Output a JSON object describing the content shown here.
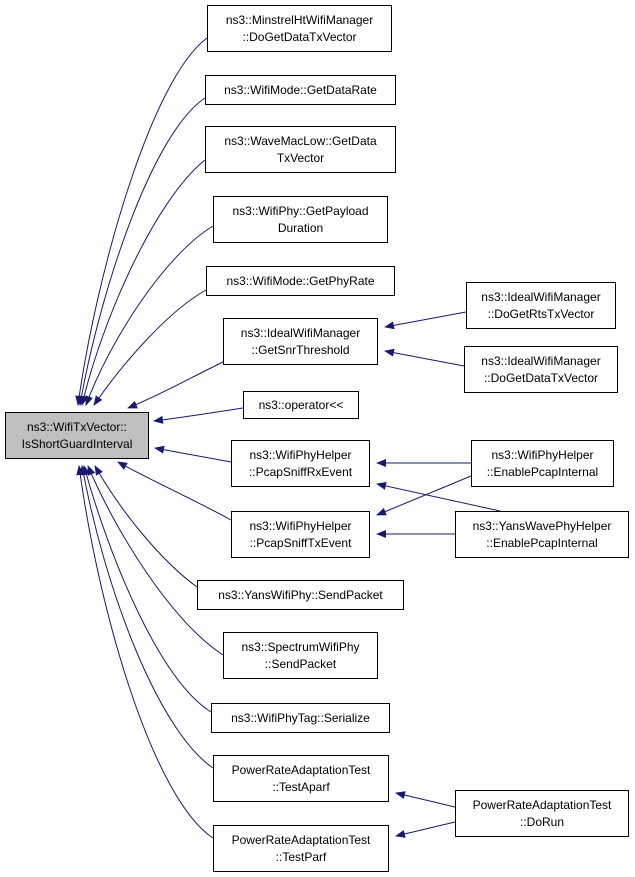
{
  "colors": {
    "edge": "#191970",
    "node_border": "#000000",
    "root_fill": "#bfbfbf",
    "node_fill": "#ffffff"
  },
  "nodes": {
    "root": {
      "line1": "ns3::WifiTxVector::",
      "line2": "IsShortGuardInterval"
    },
    "minstrel_dogetdatatxvector": {
      "line1": "ns3::MinstrelHtWifiManager",
      "line2": "::DoGetDataTxVector"
    },
    "wifimode_getdatarate": {
      "line1": "ns3::WifiMode::GetDataRate"
    },
    "wavemaclow_getdatatxvector": {
      "line1": "ns3::WaveMacLow::GetData",
      "line2": "TxVector"
    },
    "wifiphy_getpayloadduration": {
      "line1": "ns3::WifiPhy::GetPayload",
      "line2": "Duration"
    },
    "wifimode_getphyrate": {
      "line1": "ns3::WifiMode::GetPhyRate"
    },
    "ideal_getsnrthreshold": {
      "line1": "ns3::IdealWifiManager",
      "line2": "::GetSnrThreshold"
    },
    "ideal_dogetrtstxvector": {
      "line1": "ns3::IdealWifiManager",
      "line2": "::DoGetRtsTxVector"
    },
    "ideal_dogetdatatxvector": {
      "line1": "ns3::IdealWifiManager",
      "line2": "::DoGetDataTxVector"
    },
    "operator_shift": {
      "line1": "ns3::operator<<"
    },
    "wifiphyhelper_pcapsniffrxevent": {
      "line1": "ns3::WifiPhyHelper",
      "line2": "::PcapSniffRxEvent"
    },
    "wifiphyhelper_enablepcapinternal": {
      "line1": "ns3::WifiPhyHelper",
      "line2": "::EnablePcapInternal"
    },
    "wifiphyhelper_pcapsnifftxevent": {
      "line1": "ns3::WifiPhyHelper",
      "line2": "::PcapSniffTxEvent"
    },
    "yanswavephyhelper_enablepcapinternal": {
      "line1": "ns3::YansWavePhyHelper",
      "line2": "::EnablePcapInternal"
    },
    "yanswifiphy_sendpacket": {
      "line1": "ns3::YansWifiPhy::SendPacket"
    },
    "spectrumwifiphy_sendpacket": {
      "line1": "ns3::SpectrumWifiPhy",
      "line2": "::SendPacket"
    },
    "wifiphytag_serialize": {
      "line1": "ns3::WifiPhyTag::Serialize"
    },
    "pratest_testaparf": {
      "line1": "PowerRateAdaptationTest",
      "line2": "::TestAparf"
    },
    "pratest_testparf": {
      "line1": "PowerRateAdaptationTest",
      "line2": "::TestParf"
    },
    "pratest_dorun": {
      "line1": "PowerRateAdaptationTest",
      "line2": "::DoRun"
    }
  },
  "edges": [
    [
      "minstrel_dogetdatatxvector",
      "root"
    ],
    [
      "wifimode_getdatarate",
      "root"
    ],
    [
      "wavemaclow_getdatatxvector",
      "root"
    ],
    [
      "wifiphy_getpayloadduration",
      "root"
    ],
    [
      "wifimode_getphyrate",
      "root"
    ],
    [
      "ideal_getsnrthreshold",
      "root"
    ],
    [
      "operator_shift",
      "root"
    ],
    [
      "wifiphyhelper_pcapsniffrxevent",
      "root"
    ],
    [
      "wifiphyhelper_pcapsnifftxevent",
      "root"
    ],
    [
      "yanswifiphy_sendpacket",
      "root"
    ],
    [
      "spectrumwifiphy_sendpacket",
      "root"
    ],
    [
      "wifiphytag_serialize",
      "root"
    ],
    [
      "pratest_testaparf",
      "root"
    ],
    [
      "pratest_testparf",
      "root"
    ],
    [
      "ideal_dogetrtstxvector",
      "ideal_getsnrthreshold"
    ],
    [
      "ideal_dogetdatatxvector",
      "ideal_getsnrthreshold"
    ],
    [
      "wifiphyhelper_enablepcapinternal",
      "wifiphyhelper_pcapsniffrxevent"
    ],
    [
      "wifiphyhelper_enablepcapinternal",
      "wifiphyhelper_pcapsnifftxevent"
    ],
    [
      "yanswavephyhelper_enablepcapinternal",
      "wifiphyhelper_pcapsniffrxevent"
    ],
    [
      "yanswavephyhelper_enablepcapinternal",
      "wifiphyhelper_pcapsnifftxevent"
    ],
    [
      "pratest_dorun",
      "pratest_testaparf"
    ],
    [
      "pratest_dorun",
      "pratest_testparf"
    ]
  ]
}
